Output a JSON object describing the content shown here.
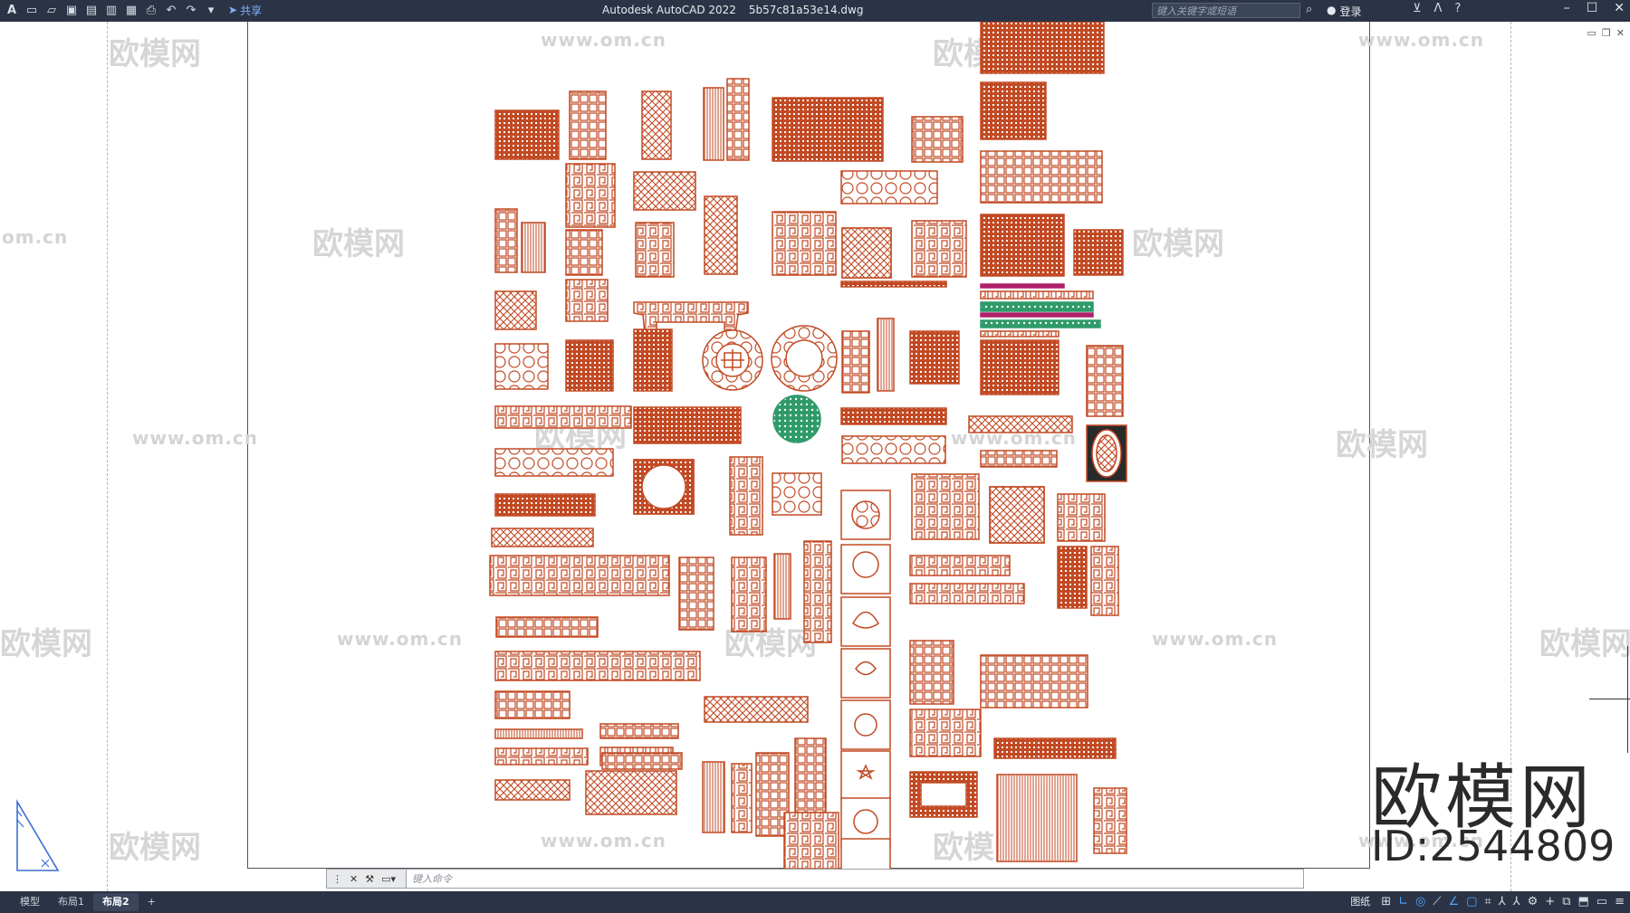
{
  "titlebar": {
    "app_name": "Autodesk AutoCAD 2022",
    "file_name": "5b57c81a53e14.dwg",
    "share_label": "共享",
    "search_placeholder": "键入关键字或短语",
    "login_label": "登录"
  },
  "watermark": {
    "brand": "欧模网",
    "url": "www.om.cn",
    "big_text": "欧模网",
    "id_text": "ID:2544809",
    "url_fragment": "om.cn"
  },
  "command_line": {
    "placeholder": "键入命令"
  },
  "layout_tabs": [
    {
      "label": "模型"
    },
    {
      "label": "布局1"
    },
    {
      "label": "布局2"
    }
  ],
  "status": {
    "paper_label": "图纸"
  },
  "colors": {
    "pattern": "#c24a24",
    "pattern_dark": "#a83a18",
    "accent_green": "#2f9a6a",
    "accent_pink": "#b0206a",
    "titlebar": "#2b3446"
  }
}
